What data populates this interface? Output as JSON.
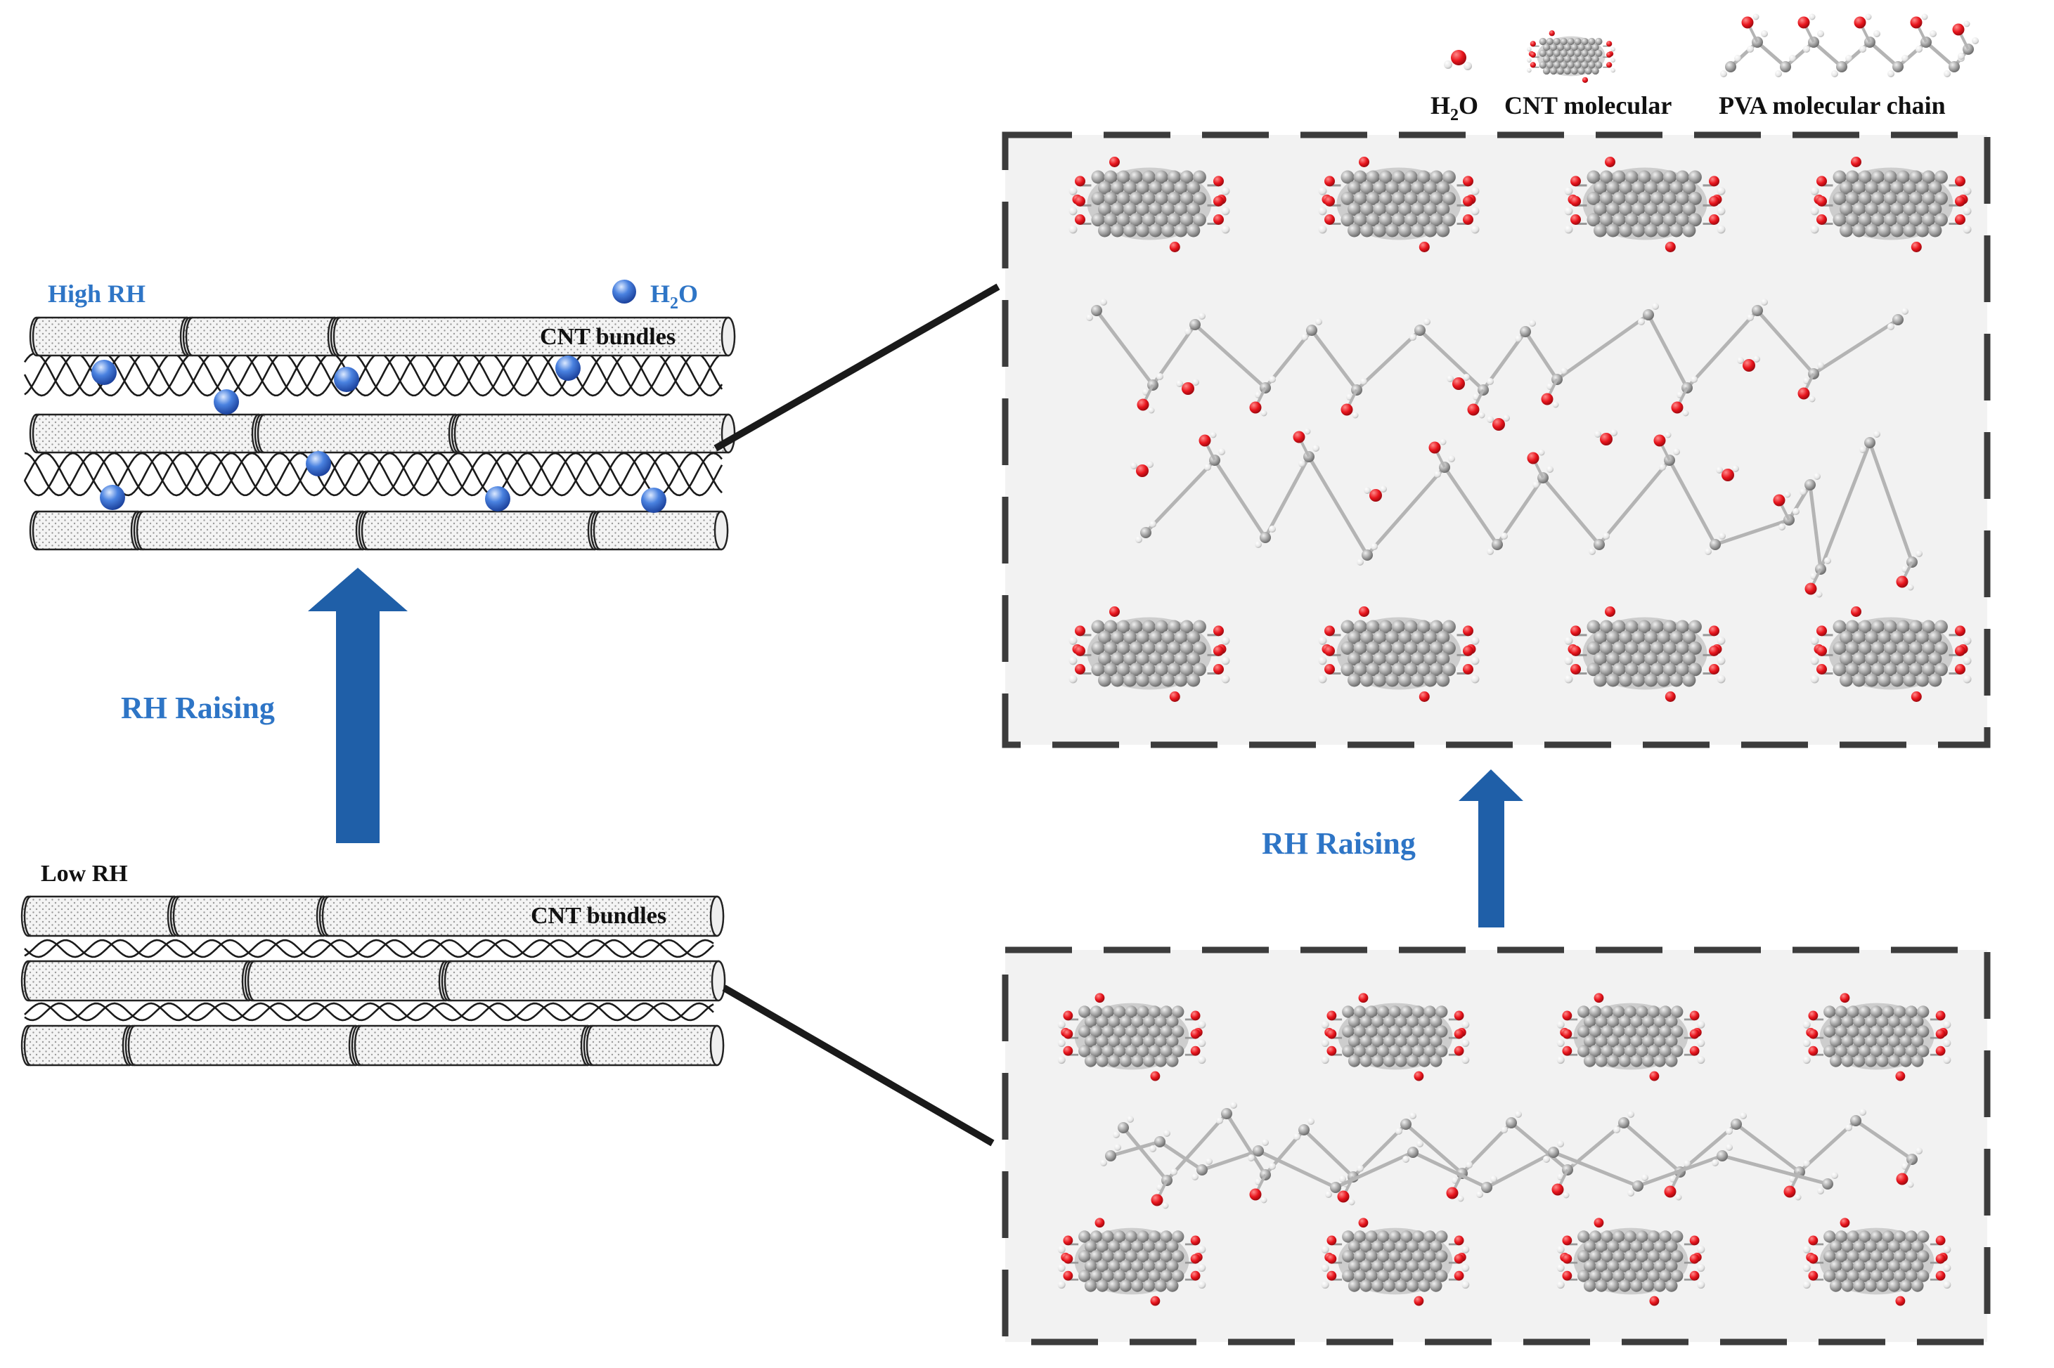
{
  "legend": {
    "h2o_prefix": "H",
    "h2o_sub": "2",
    "h2o_suffix": "O",
    "cnt": "CNT molecular",
    "pva": "PVA molecular chain"
  },
  "high_rh_panel": {
    "title": "High RH",
    "h2o_prefix": "H",
    "h2o_sub": "2",
    "h2o_suffix": "O",
    "bundles_label": "CNT bundles"
  },
  "low_rh_panel": {
    "title": "Low RH",
    "bundles_label": "CNT bundles"
  },
  "arrows": {
    "left_label": "RH Raising",
    "right_label": "RH Raising"
  },
  "colors": {
    "arrow_blue": "#1f5fa8",
    "label_blue": "#2e75c6",
    "oxygen_red": "#e8141c",
    "carbon_grey": "#a8a8a8",
    "panel_bg": "#f2f2f2",
    "dash": "#3c3c3c"
  }
}
